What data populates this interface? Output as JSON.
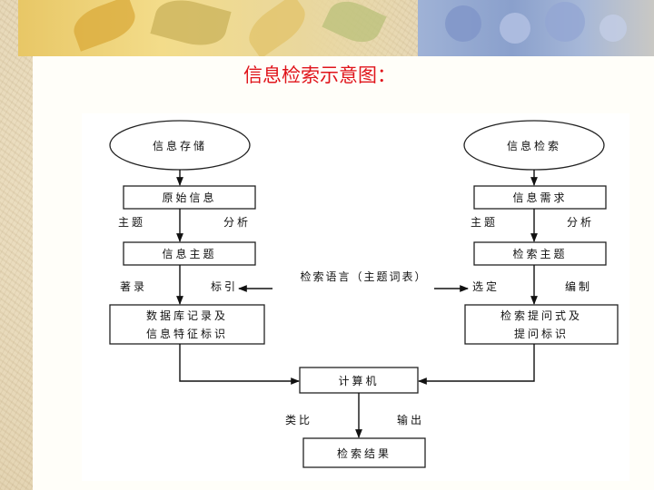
{
  "title": "信息检索示意图：",
  "nodes": {
    "storage": "信息存储",
    "retrieval": "信息检索",
    "raw_info": "原始信息",
    "info_need": "信息需求",
    "info_subject": "信息主题",
    "search_subject": "检索主题",
    "db_record": [
      "数据库记录及",
      "信息特征标识"
    ],
    "search_expr": [
      "检索提问式及",
      "提问标识"
    ],
    "computer": "计算机",
    "result": "检索结果"
  },
  "edge_labels": {
    "subject_left": "主题",
    "analysis_left": "分析",
    "subject_right": "主题",
    "analysis_right": "分析",
    "record": "著录",
    "index": "标引",
    "search_language": "检索语言（主题词表）",
    "select": "选定",
    "compile": "编制",
    "compare": "类比",
    "output": "输出"
  }
}
